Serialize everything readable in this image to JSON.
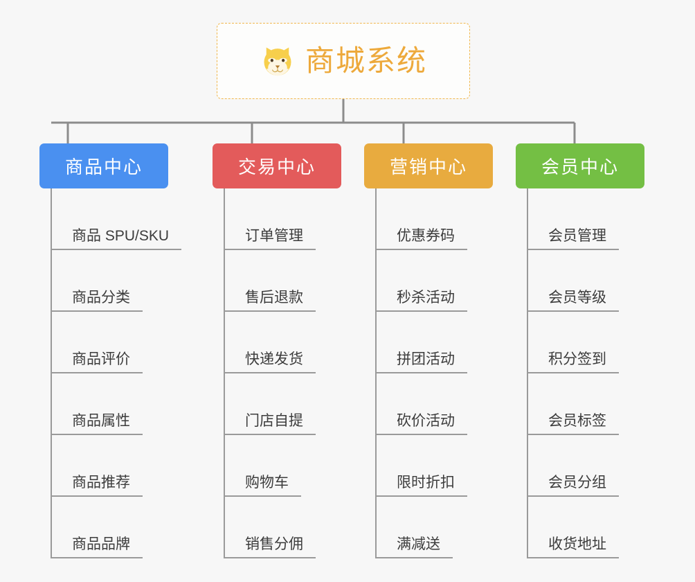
{
  "root": {
    "title": "商城系统",
    "icon": "dog-face-icon",
    "border_color": "#f0b64a",
    "text_color": "#eda93b"
  },
  "connector_color": "#8c8c8c",
  "background": "#f7f7f7",
  "columns": [
    {
      "title": "商品中心",
      "color": "#4a90f0",
      "items": [
        "商品 SPU/SKU",
        "商品分类",
        "商品评价",
        "商品属性",
        "商品推荐",
        "商品品牌"
      ]
    },
    {
      "title": "交易中心",
      "color": "#e35b5b",
      "items": [
        "订单管理",
        "售后退款",
        "快递发货",
        "门店自提",
        "购物车",
        "销售分佣"
      ]
    },
    {
      "title": "营销中心",
      "color": "#e8ab3f",
      "items": [
        "优惠券码",
        "秒杀活动",
        "拼团活动",
        "砍价活动",
        "限时折扣",
        "满减送"
      ]
    },
    {
      "title": "会员中心",
      "color": "#74bf44",
      "items": [
        "会员管理",
        "会员等级",
        "积分签到",
        "会员标签",
        "会员分组",
        "收货地址"
      ]
    }
  ],
  "layout": {
    "column_x": [
      57,
      307,
      526,
      745
    ],
    "leaf_text_color": "#3c3c3c",
    "leaf_rule_color": "#9a9a9a"
  }
}
